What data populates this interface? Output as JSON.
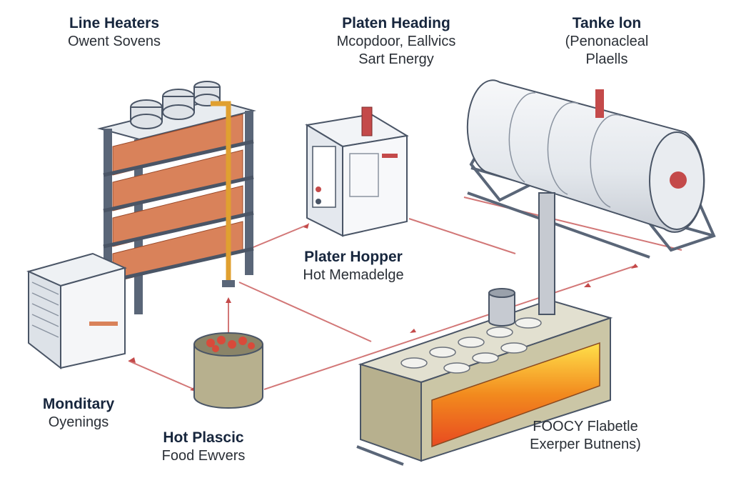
{
  "labels": {
    "line_heaters": {
      "title": "Line Heaters",
      "sub": "Owent Sovens"
    },
    "platen_heading": {
      "title": "Platen Heading",
      "sub1": "Mcopdoor, Eallvics",
      "sub2": "Sart Energy"
    },
    "tanke_lon": {
      "title": "Tanke lon",
      "sub1": "(Penonacleal",
      "sub2": "Plaells"
    },
    "plater_hopper": {
      "title": "Plater Hopper",
      "sub": "Hot Memadelge"
    },
    "monditary": {
      "title": "Monditary",
      "sub": "Oyenings"
    },
    "hot_plascic": {
      "title": "Hot Plascic",
      "sub": "Food Ewvers"
    },
    "foocy": {
      "sub1": "FOOCY Flabetle",
      "sub2": "Exerper Butnens)"
    }
  },
  "colors": {
    "line": "#4a5566",
    "flow": "#c44a4a",
    "rack": "#5a6678",
    "brick": "#d9825a",
    "pipe": "#e0a030",
    "tank": "#eef0f3",
    "vat": "#b7b08e",
    "fire": "#f07a1e"
  },
  "icons": [
    "rack-heater-icon",
    "platen-cabinet-icon",
    "tank-icon",
    "server-cabinet-icon",
    "food-pot-icon",
    "furnace-conveyor-icon"
  ]
}
